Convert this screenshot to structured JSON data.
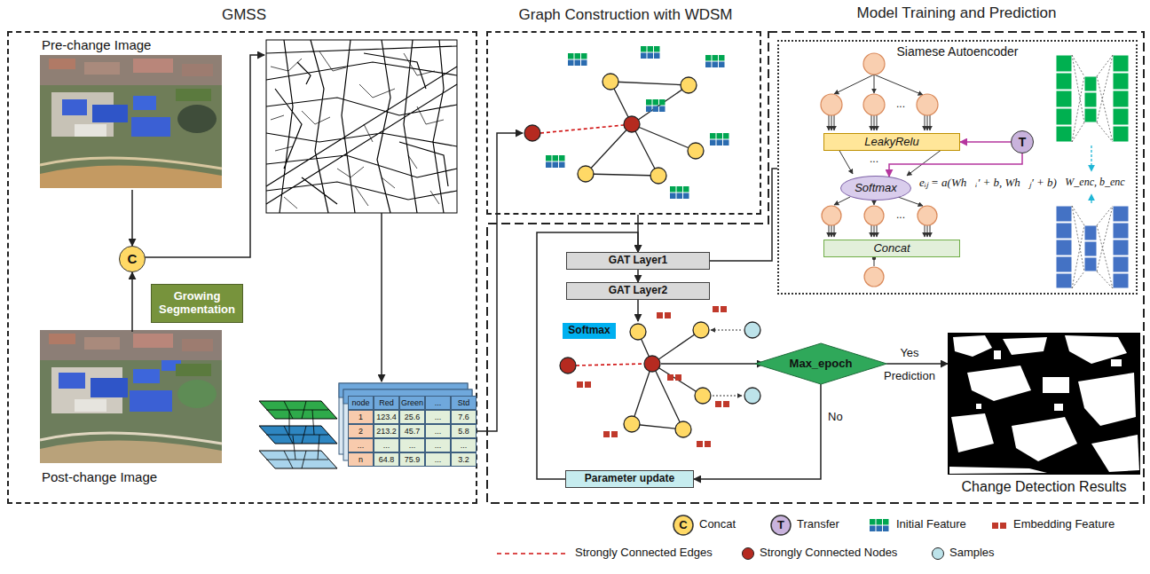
{
  "diagram": {
    "nodes": [
      {
        "text": [
          "GMSS"
        ]
      },
      {
        "text": [
          "Pre-change Image"
        ],
        "in": 0
      },
      {
        "text": [
          "Post-change Image"
        ],
        "in": 0
      },
      {
        "text": [
          "C"
        ],
        "in": 0
      },
      {
        "text": [
          "Growing Segmentation"
        ],
        "in": 0
      },
      {
        "text": [
          "Graph Construction with WDSM"
        ]
      },
      {
        "text": [
          "Model Training and Prediction"
        ]
      },
      {
        "text": [
          "Siamese Autoencoder"
        ],
        "in": 6
      },
      {
        "text": [
          "LeakyRelu"
        ],
        "in": 7
      },
      {
        "text": [
          "Softmax"
        ],
        "in": 7
      },
      {
        "text": [
          "Concat"
        ],
        "in": 7
      },
      {
        "text": [
          "T"
        ],
        "in": 7
      },
      {
        "text": [
          "GAT Layer1"
        ],
        "in": 6
      },
      {
        "text": [
          "GAT Layer2"
        ],
        "in": 6
      },
      {
        "text": [
          "Softmax"
        ],
        "in": 6
      },
      {
        "text": [
          "Max_epoch"
        ],
        "in": 6
      },
      {
        "text": [
          "Parameter update"
        ],
        "in": 6
      },
      {
        "text": [
          "Change Detection Results"
        ],
        "in": 6
      }
    ],
    "edges": [
      {
        "from": 1,
        "to": 3,
        "arrow": "to"
      },
      {
        "from": 2,
        "to": 3,
        "arrow": "to"
      },
      {
        "from": 5,
        "to": 12,
        "arrow": "to"
      },
      {
        "from": 12,
        "to": 13,
        "arrow": "to"
      },
      {
        "from": 12,
        "to": 7,
        "arrow": "none"
      },
      {
        "from": 15,
        "to": 17,
        "label": "Yes",
        "arrow": "to"
      },
      {
        "from": 15,
        "to": 16,
        "label": "No",
        "arrow": "to"
      },
      {
        "from": 16,
        "to": 12,
        "arrow": "to"
      },
      {
        "from": 11,
        "to": 8,
        "arrow": "to"
      },
      {
        "from": 11,
        "to": 9,
        "arrow": "to"
      }
    ],
    "labels": [
      "...",
      "...",
      "...",
      "eᵢⱼ = a(Wh⃗ᵢ′ + b, Wh⃗ⱼ′ + b)",
      "W_enc, b_enc",
      "Prediction",
      "node",
      "Red",
      "Green",
      "...",
      "Std",
      "1",
      "123.4",
      "25.6",
      "...",
      "7.6",
      "2",
      "213.2",
      "45.7",
      "...",
      "5.8",
      "...",
      "...",
      "...",
      "...",
      "...",
      "n",
      "64.8",
      "75.9",
      "...",
      "3.2",
      "C",
      "T"
    ],
    "legend": [
      {
        "text": "Concat"
      },
      {
        "text": "Transfer"
      },
      {
        "text": "Initial Feature"
      },
      {
        "text": "Embedding Feature",
        "color": "#c0392b"
      },
      {
        "text": "Strongly Connected Edges"
      },
      {
        "text": "Strongly Connected Nodes",
        "color": "#b52a20"
      },
      {
        "text": "Samples",
        "color": "#bde3ea"
      }
    ]
  }
}
